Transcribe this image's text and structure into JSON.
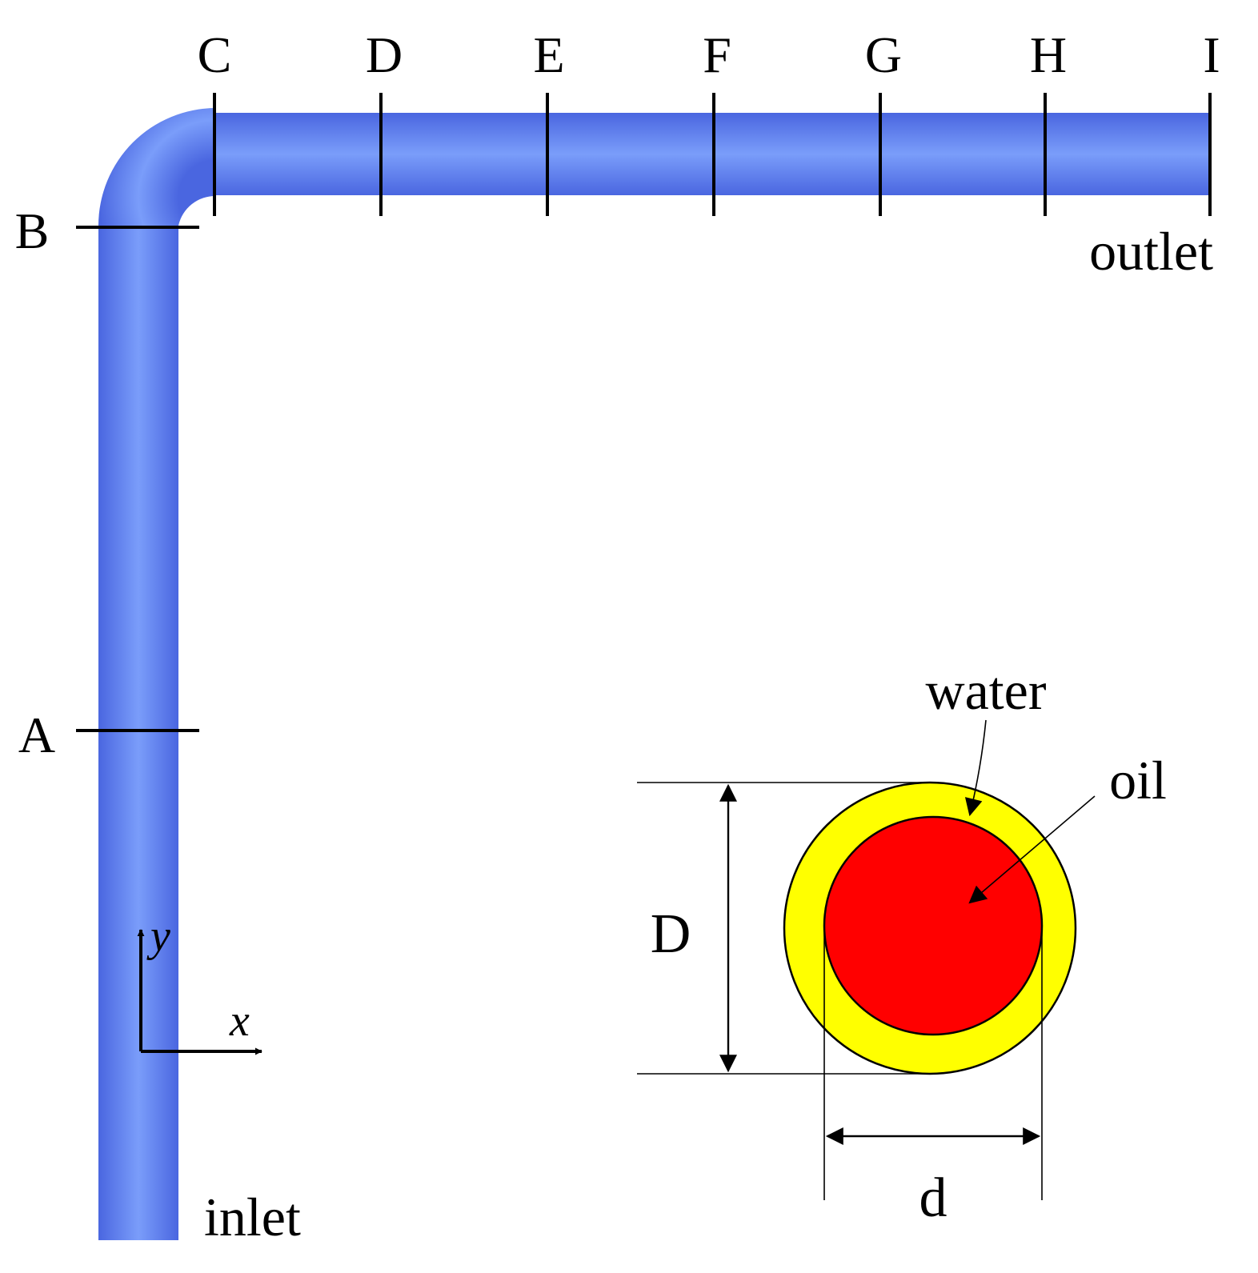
{
  "sections": {
    "A": "A",
    "B": "B",
    "C": "C",
    "D": "D",
    "E": "E",
    "F": "F",
    "G": "G",
    "H": "H",
    "I": "I"
  },
  "labels": {
    "inlet": "inlet",
    "outlet": "outlet"
  },
  "axes": {
    "x": "x",
    "y": "y"
  },
  "cross_section": {
    "water": "water",
    "oil": "oil",
    "outer_diameter": "D",
    "inner_diameter": "d"
  },
  "colors": {
    "pipe": "#6e8ff5",
    "water": "#ffff00",
    "oil": "#ff0000"
  }
}
